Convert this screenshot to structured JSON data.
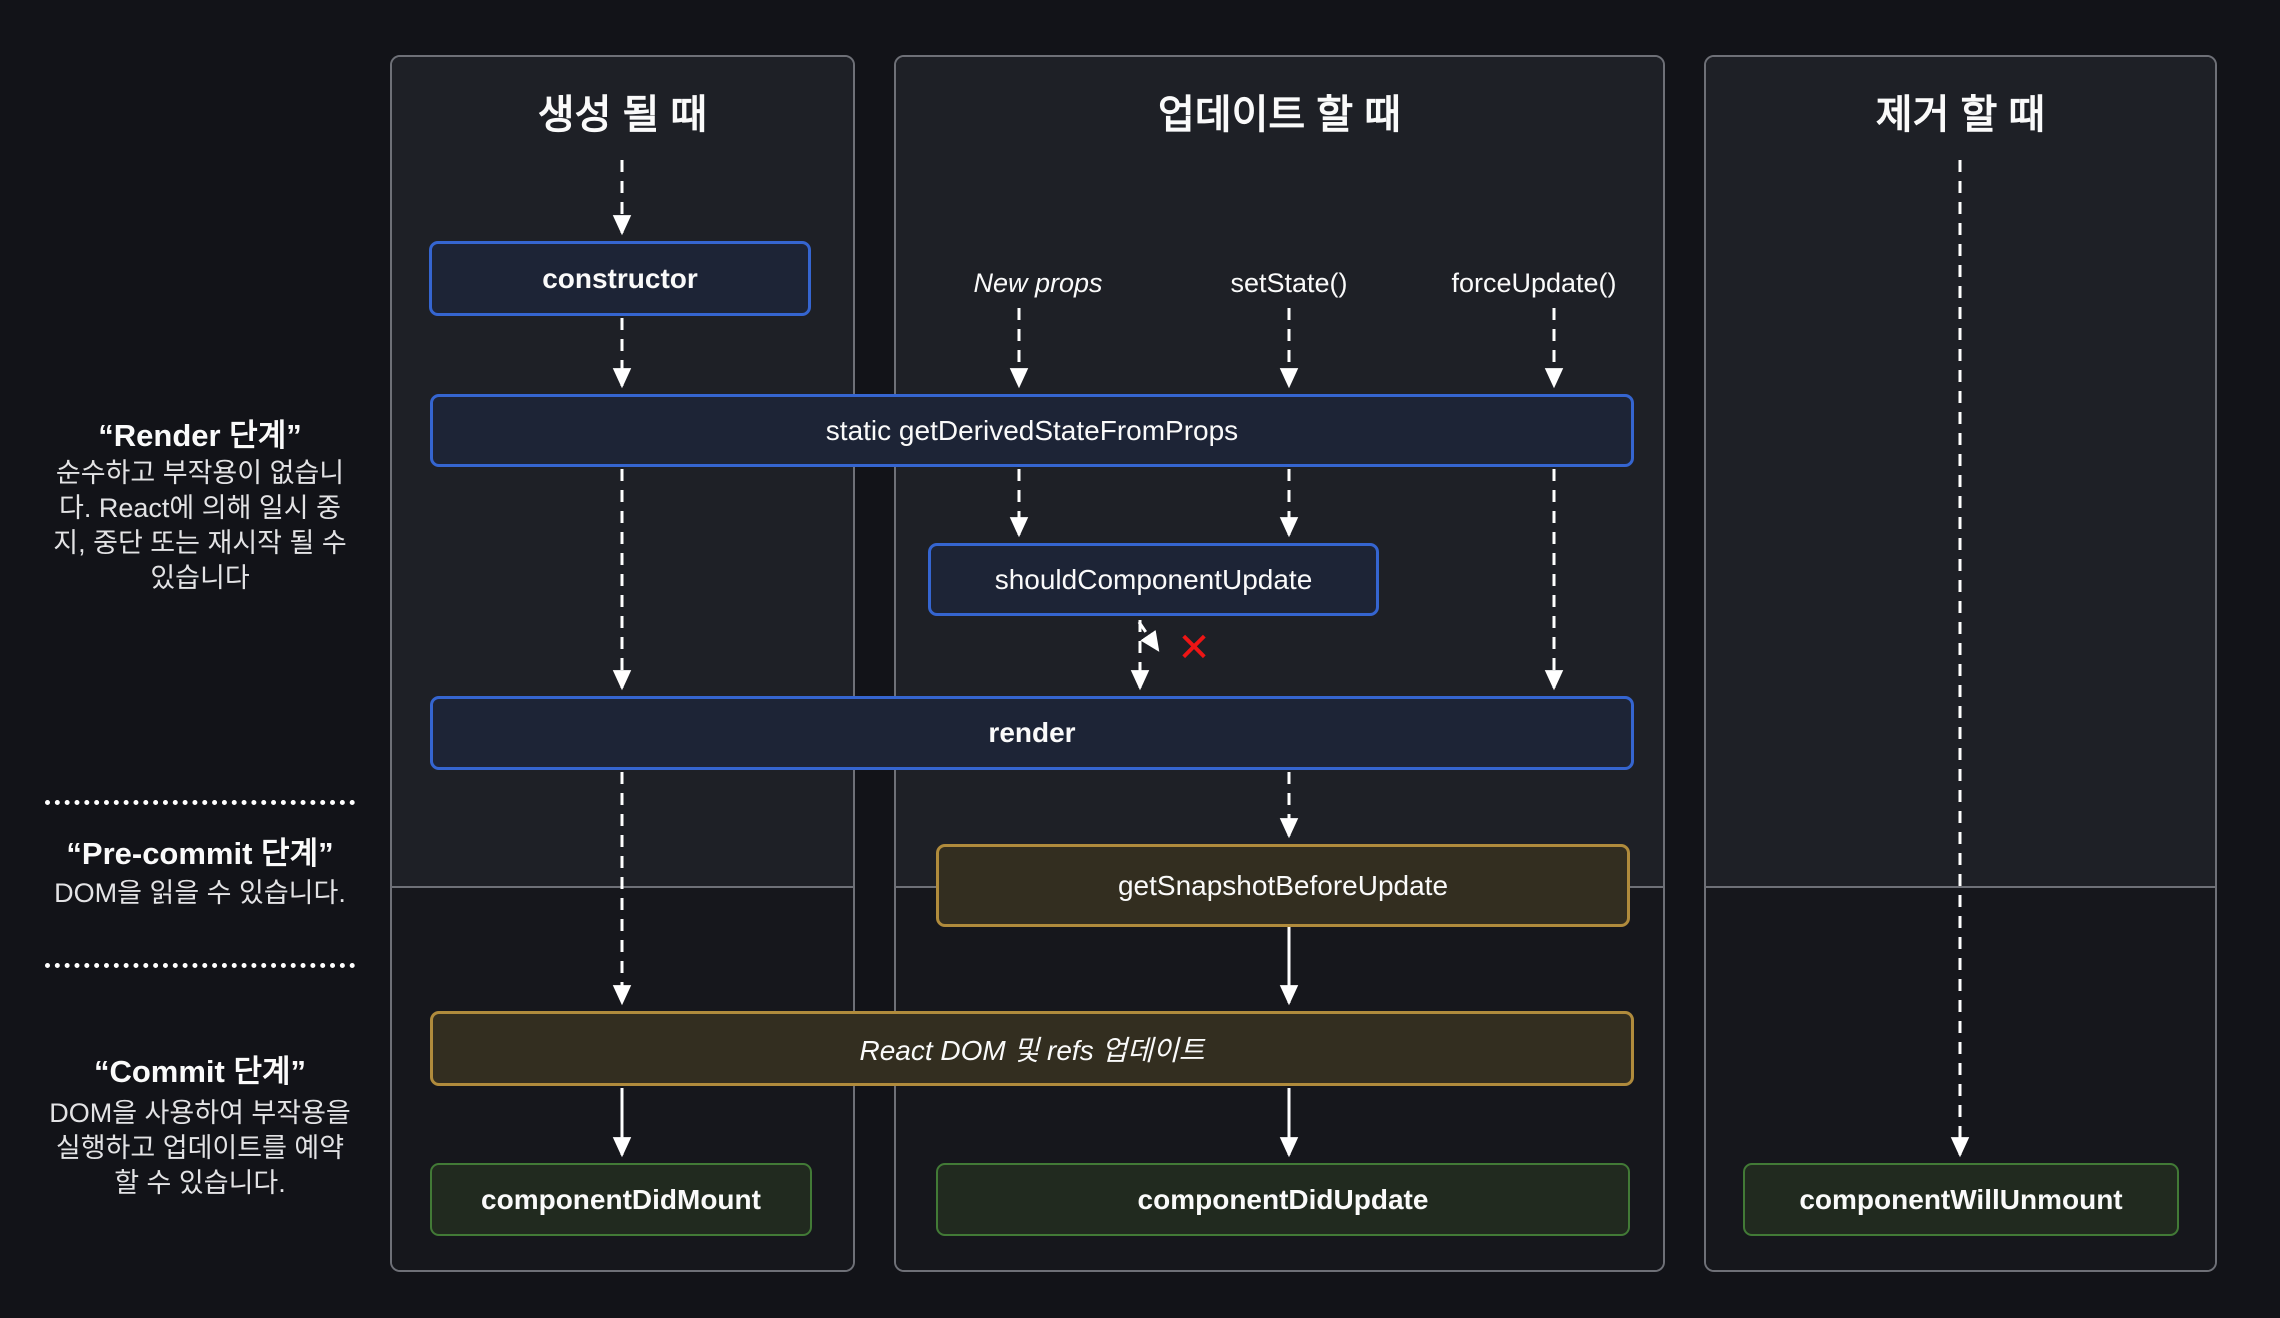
{
  "sidebar": {
    "render_phase": {
      "title": "“Render 단계”",
      "description": "순수하고 부작용이 없습니다. React에 의해 일시 중지, 중단 또는 재시작 될 수 있습니다"
    },
    "pre_commit_phase": {
      "title": "“Pre-commit 단계”",
      "description": "DOM을 읽을 수 있습니다."
    },
    "commit_phase": {
      "title": "“Commit 단계”",
      "description": "DOM을 사용하여 부작용을 실행하고 업데이트를 예약 할 수 있습니다."
    }
  },
  "columns": {
    "mount": {
      "title": "생성 될 때"
    },
    "update": {
      "title": "업데이트 할 때",
      "triggers": [
        "New props",
        "setState()",
        "forceUpdate()"
      ]
    },
    "unmount": {
      "title": "제거 할 때"
    }
  },
  "nodes": {
    "constructor": "constructor",
    "get_derived_state_from_props": "static getDerivedStateFromProps",
    "should_component_update": "shouldComponentUpdate",
    "render": "render",
    "get_snapshot_before_update": "getSnapshotBeforeUpdate",
    "react_dom_update": "React DOM 및 refs 업데이트",
    "component_did_mount": "componentDidMount",
    "component_did_update": "componentDidUpdate",
    "component_will_unmount": "componentWillUnmount"
  },
  "icons": {
    "update_blocked_x": "✕"
  },
  "colors": {
    "background": "#121318",
    "panel_top": "#1e2026",
    "panel_bottom": "#16171c",
    "panel_border": "#6e7077",
    "blue_accent": "#3565d0",
    "gold_accent": "#b08b3c",
    "green_accent": "#427a36",
    "red_x": "#ee1515",
    "text": "#fafafa"
  }
}
